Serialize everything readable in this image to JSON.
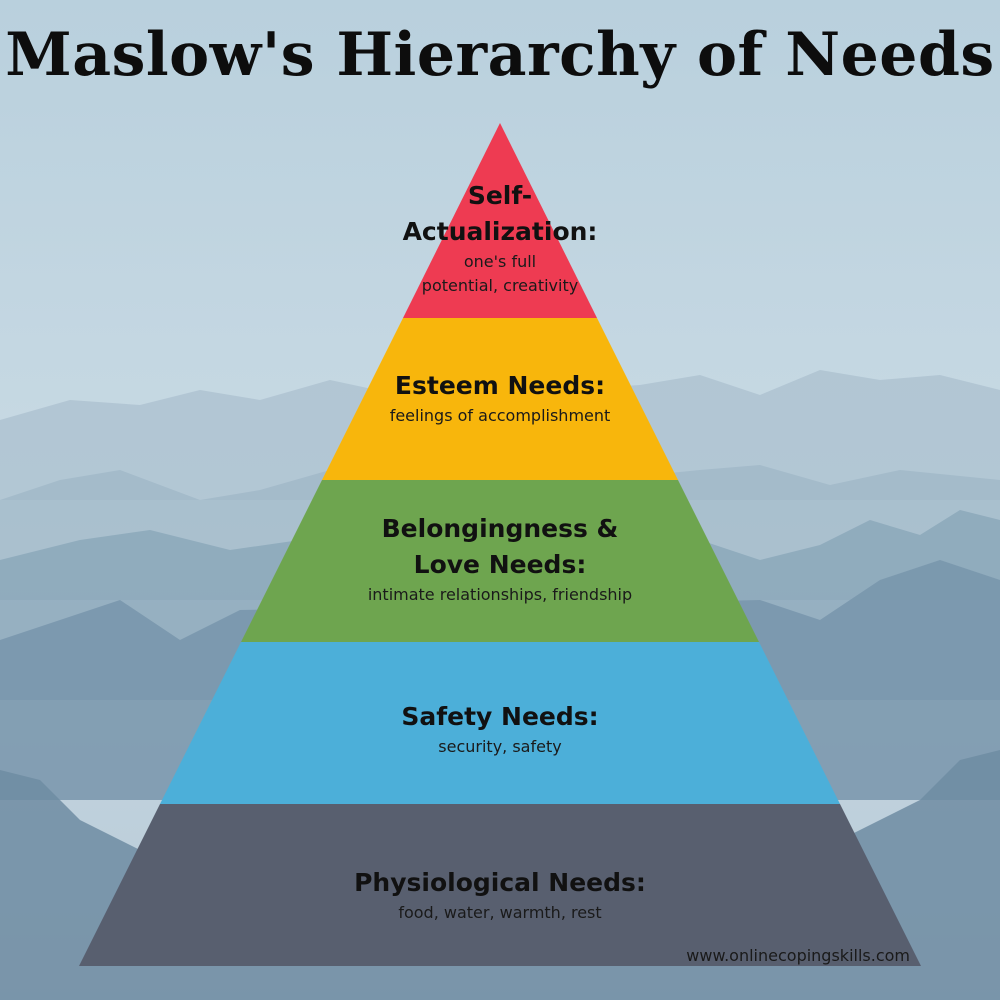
{
  "title": "Maslow's Hierarchy of Needs",
  "tiers": [
    {
      "heading_line1": "Self-",
      "heading_line2": "Actualization:",
      "desc_line1": "one's full",
      "desc_line2": "potential, creativity",
      "color": "#ee3b52"
    },
    {
      "heading": "Esteem Needs:",
      "desc": "feelings of accomplishment",
      "color": "#f8b60c"
    },
    {
      "heading_line1": "Belongingness &",
      "heading_line2": "Love Needs:",
      "desc": "intimate relationships, friendship",
      "color": "#6ea54f"
    },
    {
      "heading": "Safety Needs:",
      "desc": "security, safety",
      "color": "#4cafd9"
    },
    {
      "heading": "Physiological Needs:",
      "desc": "food, water, warmth, rest",
      "color": "#585f6f"
    }
  ],
  "footer": {
    "website": "www.onlinecopingskills.com"
  }
}
